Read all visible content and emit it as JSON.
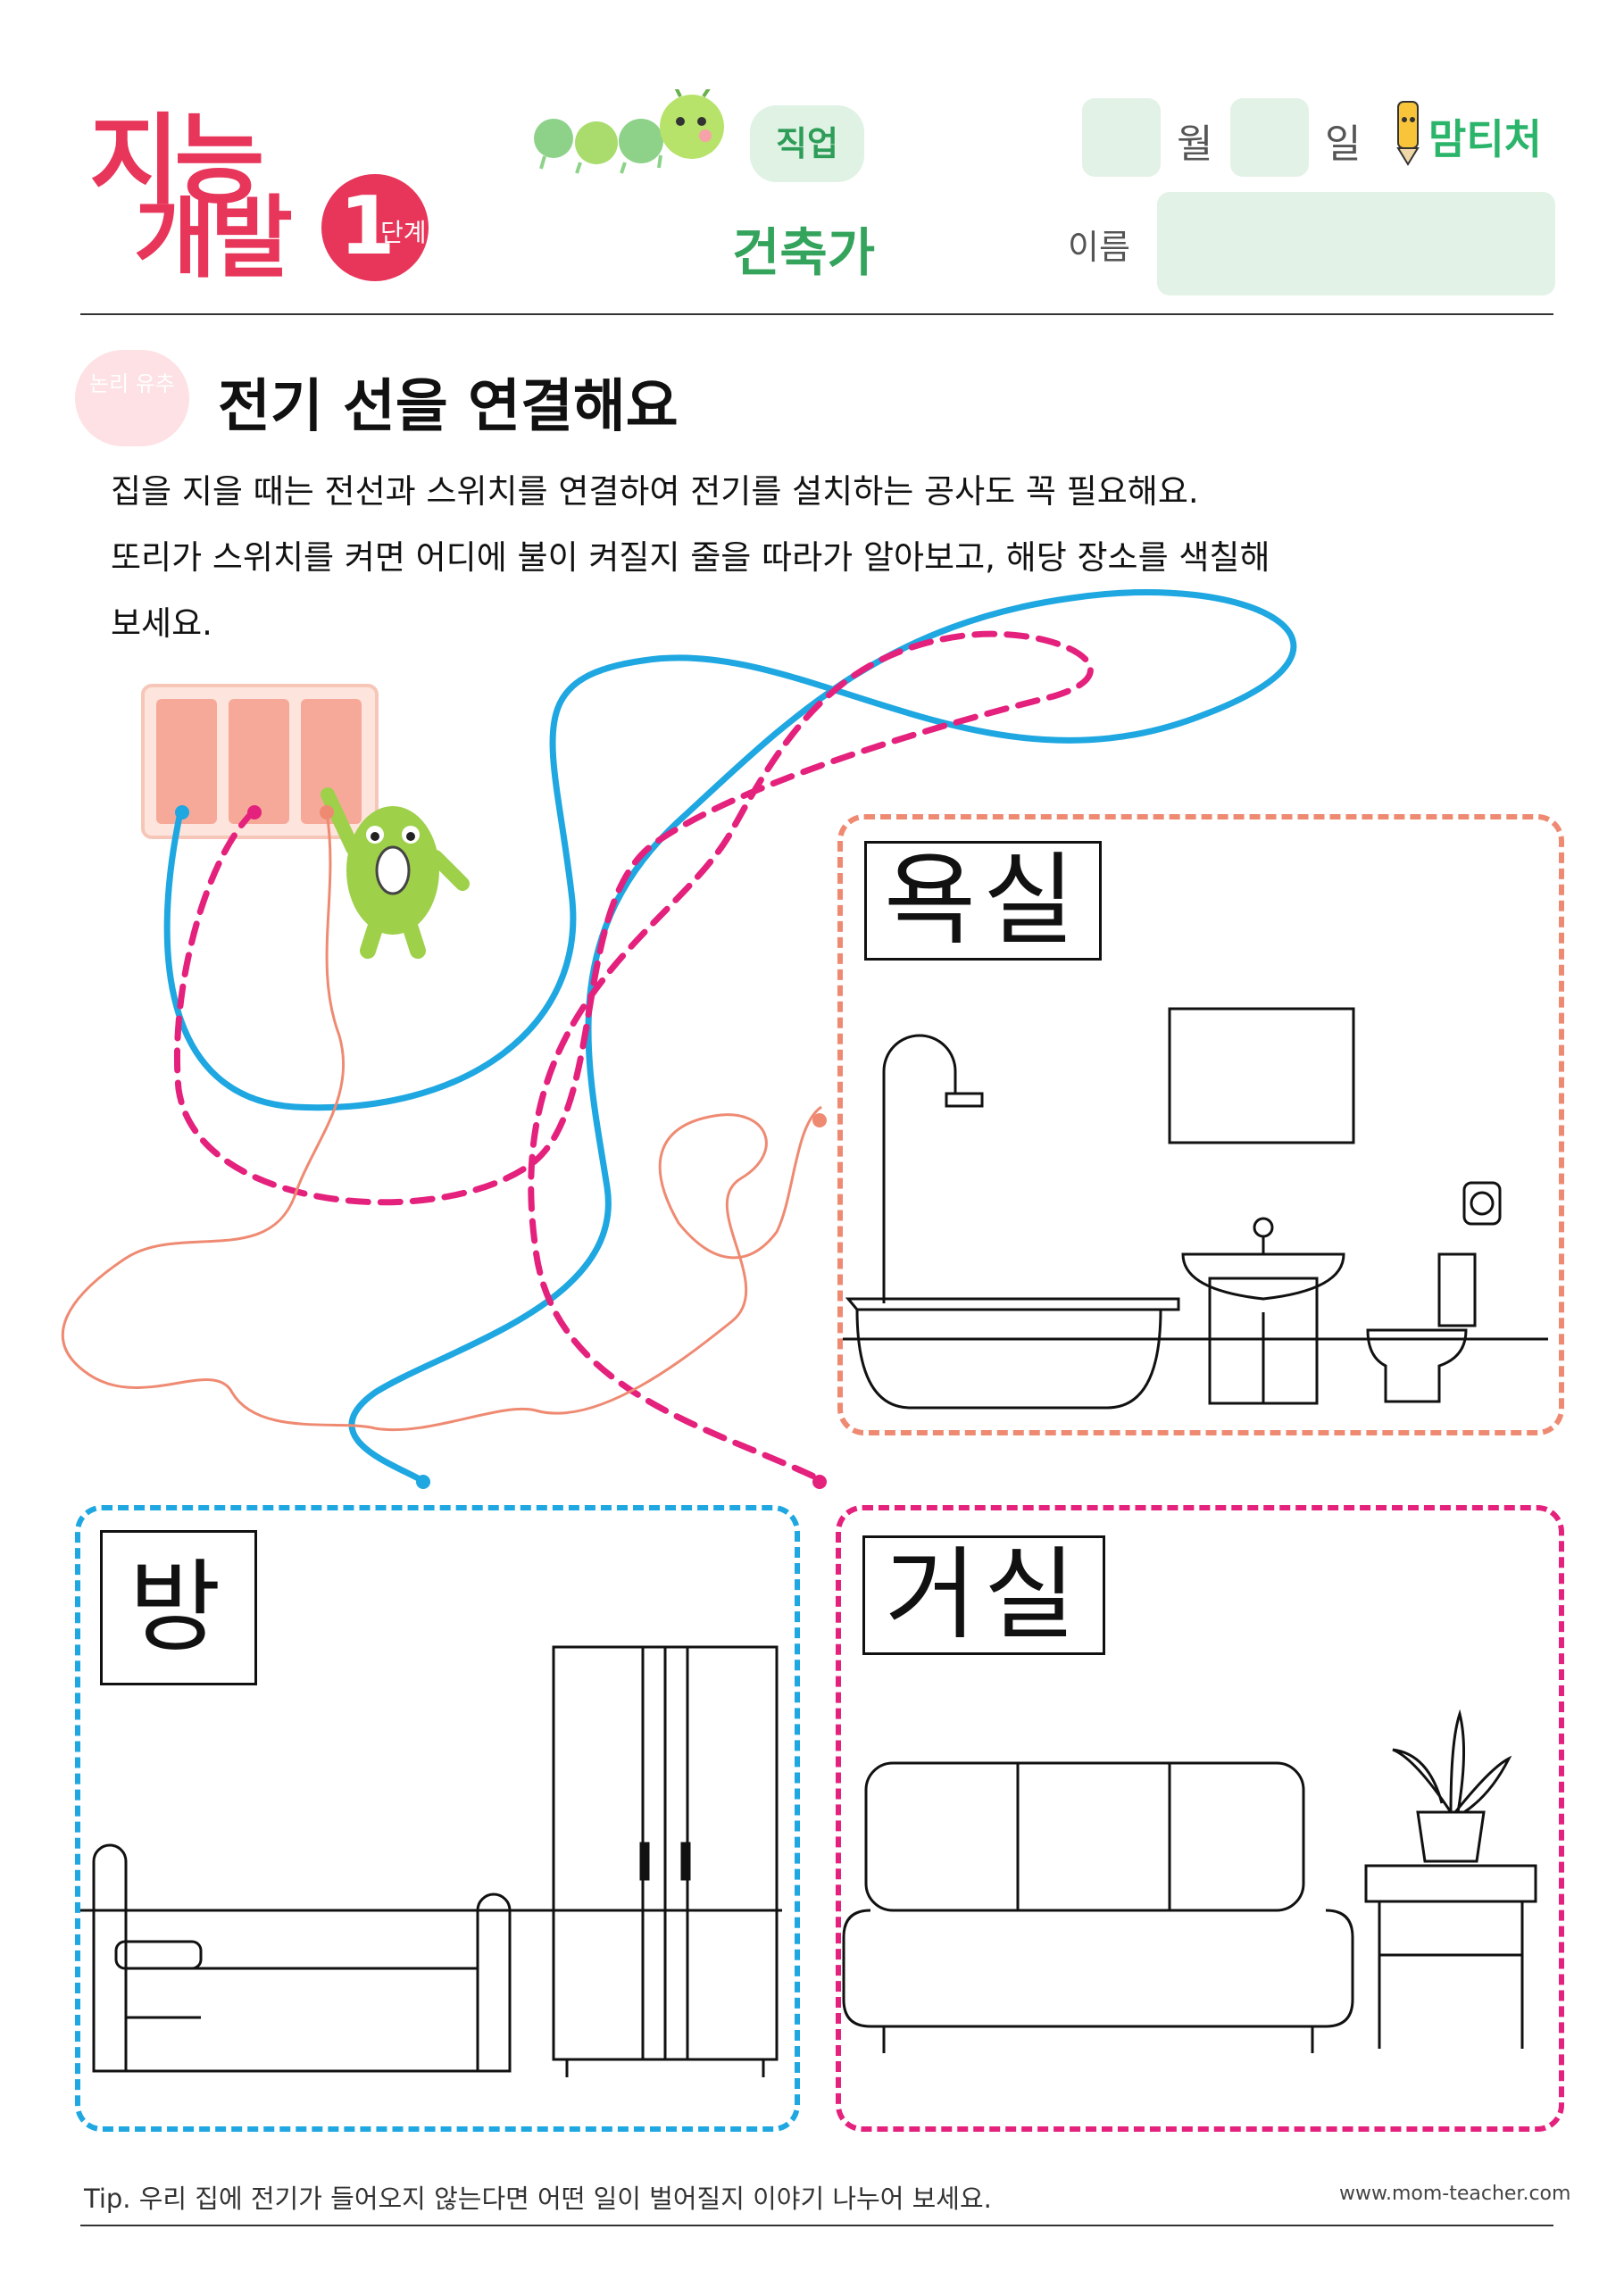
{
  "header": {
    "logo": {
      "line1": "지능",
      "line2": "개발",
      "level": "1",
      "level_unit": "단계"
    },
    "subject": "직업",
    "job_title": "건축가",
    "date": {
      "month_label": "월",
      "day_label": "일"
    },
    "name_label": "이름",
    "brand": "맘티처"
  },
  "activity": {
    "badge": "논리 유추",
    "title": "전기 선을 연결해요",
    "instructions": [
      "집을 지을 때는 전선과 스위치를 연결하여 전기를 설치하는 공사도 꼭 필요해요.",
      "또리가 스위치를 켜면 어디에 불이 켜질지 줄을 따라가 알아보고, 해당 장소를 색칠해",
      "보세요."
    ]
  },
  "rooms": {
    "bathroom": {
      "label": "욕실",
      "color": "#ef8a72"
    },
    "bedroom": {
      "label": "방",
      "color": "#1ea7e1"
    },
    "living": {
      "label": "거실",
      "color": "#e4217c"
    }
  },
  "colors": {
    "blue_wire": "#1ea7e1",
    "pink_wire": "#e4217c",
    "orange_wire": "#ef8a72",
    "accent": "#e8355a",
    "green": "#34a45d"
  },
  "footer": {
    "tip": "Tip.  우리 집에 전기가 들어오지 않는다면 어떤 일이 벌어질지 이야기 나누어 보세요.",
    "website": "www.mom-teacher.com"
  }
}
